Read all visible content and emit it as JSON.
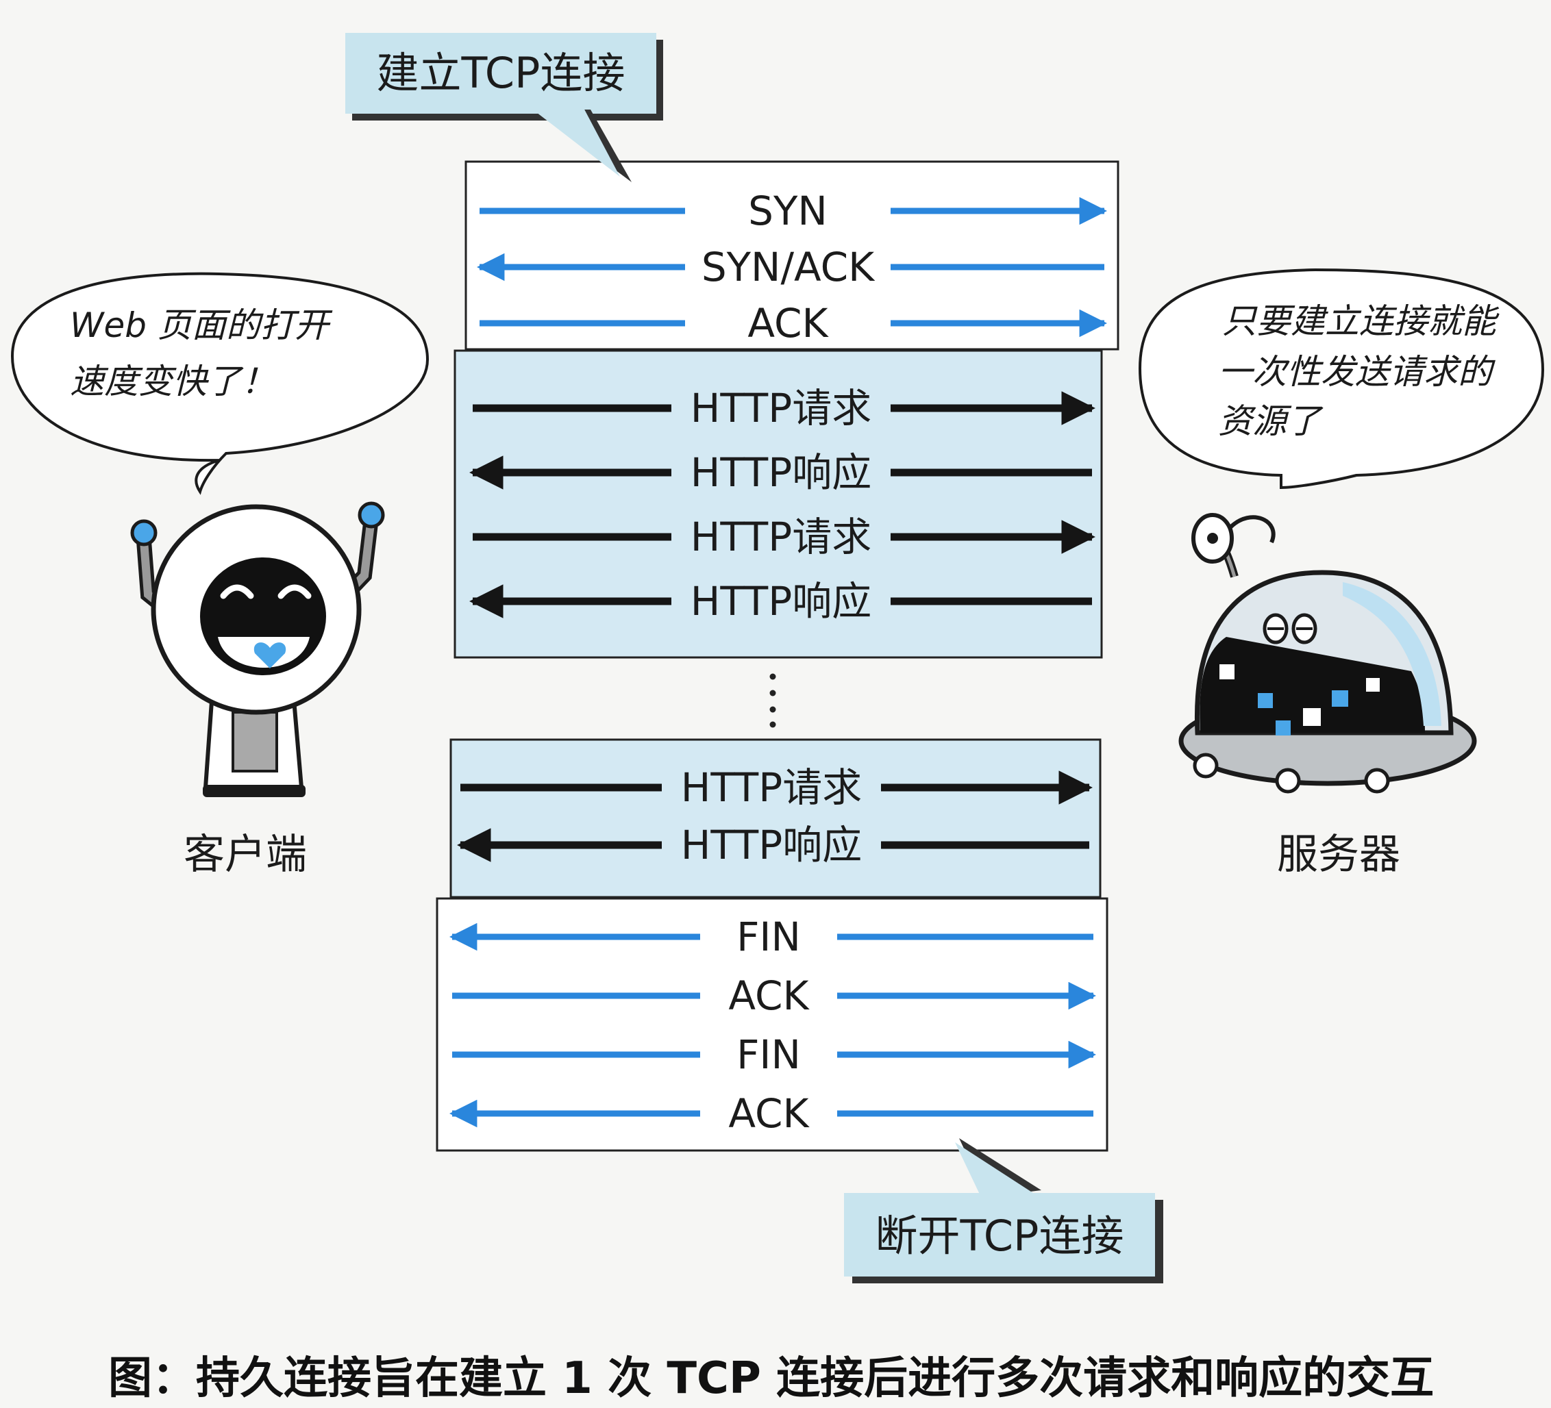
{
  "callouts": {
    "open": "建立TCP连接",
    "close": "断开TCP连接"
  },
  "handshake": [
    {
      "label": "SYN",
      "dir": "right"
    },
    {
      "label": "SYN/ACK",
      "dir": "left"
    },
    {
      "label": "ACK",
      "dir": "right"
    }
  ],
  "http_block_1": [
    {
      "label": "HTTP请求",
      "dir": "right"
    },
    {
      "label": "HTTP响应",
      "dir": "left"
    },
    {
      "label": "HTTP请求",
      "dir": "right"
    },
    {
      "label": "HTTP响应",
      "dir": "left"
    }
  ],
  "http_block_2": [
    {
      "label": "HTTP请求",
      "dir": "right"
    },
    {
      "label": "HTTP响应",
      "dir": "left"
    }
  ],
  "teardown": [
    {
      "label": "FIN",
      "dir": "left"
    },
    {
      "label": "ACK",
      "dir": "right"
    },
    {
      "label": "FIN",
      "dir": "right"
    },
    {
      "label": "ACK",
      "dir": "left"
    }
  ],
  "client": {
    "label": "客户端",
    "speech": [
      "Web 页面的打开",
      "速度变快了！"
    ]
  },
  "server": {
    "label": "服务器",
    "speech": [
      "只要建立连接就能",
      "一次性发送请求的",
      "资源了"
    ]
  },
  "caption": "图：持久连接旨在建立 1 次 TCP 连接后进行多次请求和响应的交互",
  "colors": {
    "tcp_arrow": "#2a86dc",
    "http_arrow": "#151515",
    "panel_fill": "#d4e9f3",
    "callout_fill": "#c8e4ee",
    "accent_blue": "#4aa6e8"
  }
}
